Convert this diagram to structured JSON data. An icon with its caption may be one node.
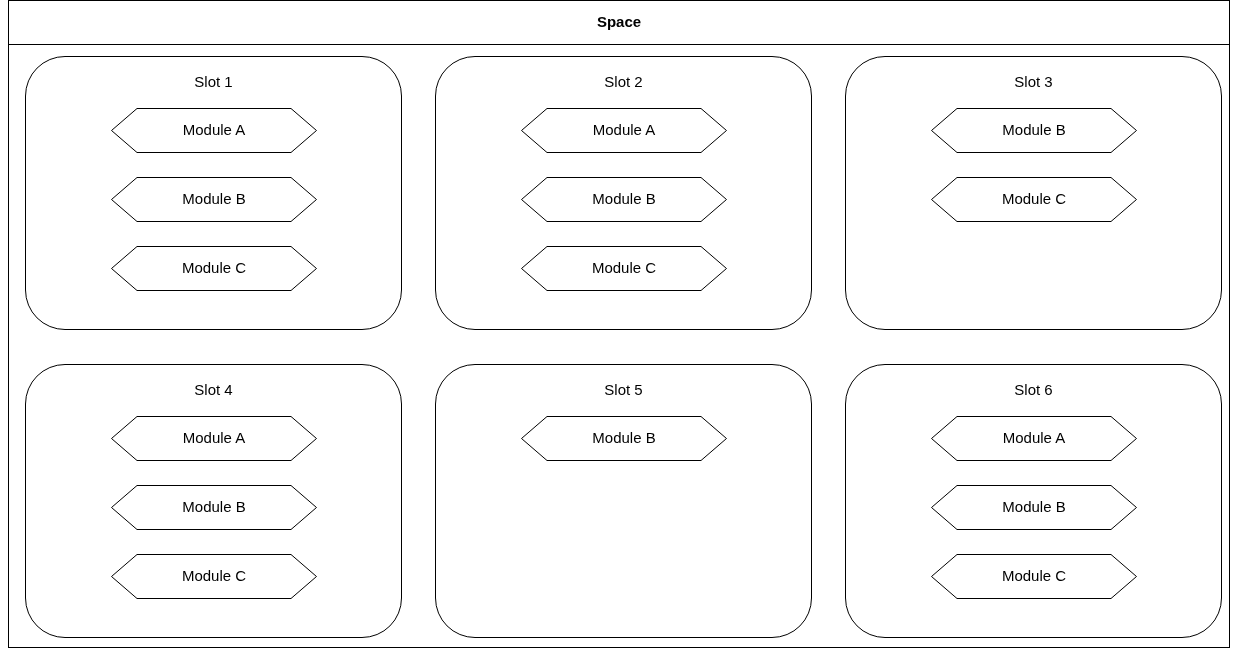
{
  "diagram": {
    "nodes": [
      {
        "text": [
          "Space"
        ]
      },
      {
        "text": [
          "Slot 1"
        ],
        "in": 0
      },
      {
        "text": [
          "Module A"
        ],
        "in": 1
      },
      {
        "text": [
          "Module B"
        ],
        "in": 1
      },
      {
        "text": [
          "Module C"
        ],
        "in": 1
      },
      {
        "text": [
          "Slot 2"
        ],
        "in": 0
      },
      {
        "text": [
          "Module A"
        ],
        "in": 5
      },
      {
        "text": [
          "Module B"
        ],
        "in": 5
      },
      {
        "text": [
          "Module C"
        ],
        "in": 5
      },
      {
        "text": [
          "Slot 3"
        ],
        "in": 0
      },
      {
        "text": [
          "Module B"
        ],
        "in": 9
      },
      {
        "text": [
          "Module C"
        ],
        "in": 9
      },
      {
        "text": [
          "Slot 4"
        ],
        "in": 0
      },
      {
        "text": [
          "Module A"
        ],
        "in": 12
      },
      {
        "text": [
          "Module B"
        ],
        "in": 12
      },
      {
        "text": [
          "Module C"
        ],
        "in": 12
      },
      {
        "text": [
          "Slot 5"
        ],
        "in": 0
      },
      {
        "text": [
          "Module B"
        ],
        "in": 16
      },
      {
        "text": [
          "Slot 6"
        ],
        "in": 0
      },
      {
        "text": [
          "Module A"
        ],
        "in": 18
      },
      {
        "text": [
          "Module B"
        ],
        "in": 18
      },
      {
        "text": [
          "Module C"
        ],
        "in": 18
      }
    ]
  }
}
